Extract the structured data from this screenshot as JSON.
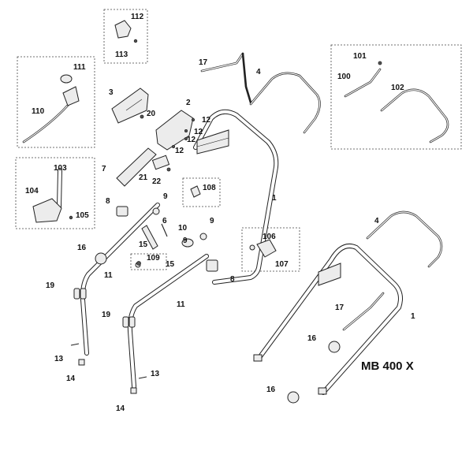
{
  "model_label": "MB 400 X",
  "part_labels": {
    "p1a": "1",
    "p1b": "1",
    "p2": "2",
    "p3": "3",
    "p4a": "4",
    "p4b": "4",
    "p6": "6",
    "p7": "7",
    "p8a": "8",
    "p8b": "8",
    "p9a": "9",
    "p9b": "9",
    "p9c": "9",
    "p10": "10",
    "p11a": "11",
    "p11b": "11",
    "p12a": "12",
    "p12b": "12",
    "p12c": "12",
    "p12d": "12",
    "p13a": "13",
    "p13b": "13",
    "p14a": "14",
    "p14b": "14",
    "p15a": "15",
    "p15b": "15",
    "p16a": "16",
    "p16b": "16",
    "p16c": "16",
    "p17a": "17",
    "p17b": "17",
    "p19a": "19",
    "p19b": "19",
    "p20": "20",
    "p21": "21",
    "p22": "22",
    "p100": "100",
    "p101": "101",
    "p102": "102",
    "p103": "103",
    "p104": "104",
    "p105": "105",
    "p106": "106",
    "p107": "107",
    "p108": "108",
    "p109": "109",
    "p110": "110",
    "p111": "111",
    "p112": "112",
    "p113": "113"
  }
}
